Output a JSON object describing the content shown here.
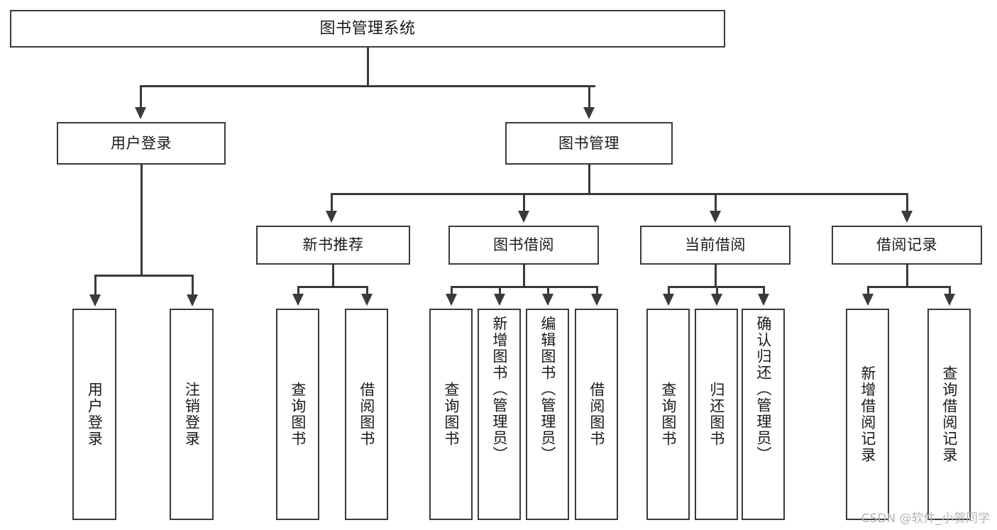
{
  "diagram": {
    "type": "tree",
    "title": "图书管理系统",
    "root": {
      "label": "图书管理系统"
    },
    "level1": [
      {
        "label": "用户登录"
      },
      {
        "label": "图书管理"
      }
    ],
    "level2": [
      {
        "label": "新书推荐"
      },
      {
        "label": "图书借阅"
      },
      {
        "label": "当前借阅"
      },
      {
        "label": "借阅记录"
      }
    ],
    "leaves": {
      "user_login": [
        {
          "label": "用户登录"
        },
        {
          "label": "注销登录"
        }
      ],
      "new_book_recommend": [
        {
          "label": "查询图书"
        },
        {
          "label": "借阅图书"
        }
      ],
      "book_borrow": [
        {
          "label": "查询图书"
        },
        {
          "label": "新增图书（管理员）"
        },
        {
          "label": "编辑图书（管理员）"
        },
        {
          "label": "借阅图书"
        }
      ],
      "current_borrow": [
        {
          "label": "查询图书"
        },
        {
          "label": "归还图书"
        },
        {
          "label": "确认归还（管理员）"
        }
      ],
      "borrow_record": [
        {
          "label": "新增借阅记录"
        },
        {
          "label": "查询借阅记录"
        }
      ]
    }
  },
  "watermark": {
    "text": "CSDN @软件_小贺同学"
  },
  "colors": {
    "stroke": "#3a3a3a",
    "background": "#ffffff",
    "text": "#1a1a1a",
    "watermark": "#b6b6b6"
  }
}
